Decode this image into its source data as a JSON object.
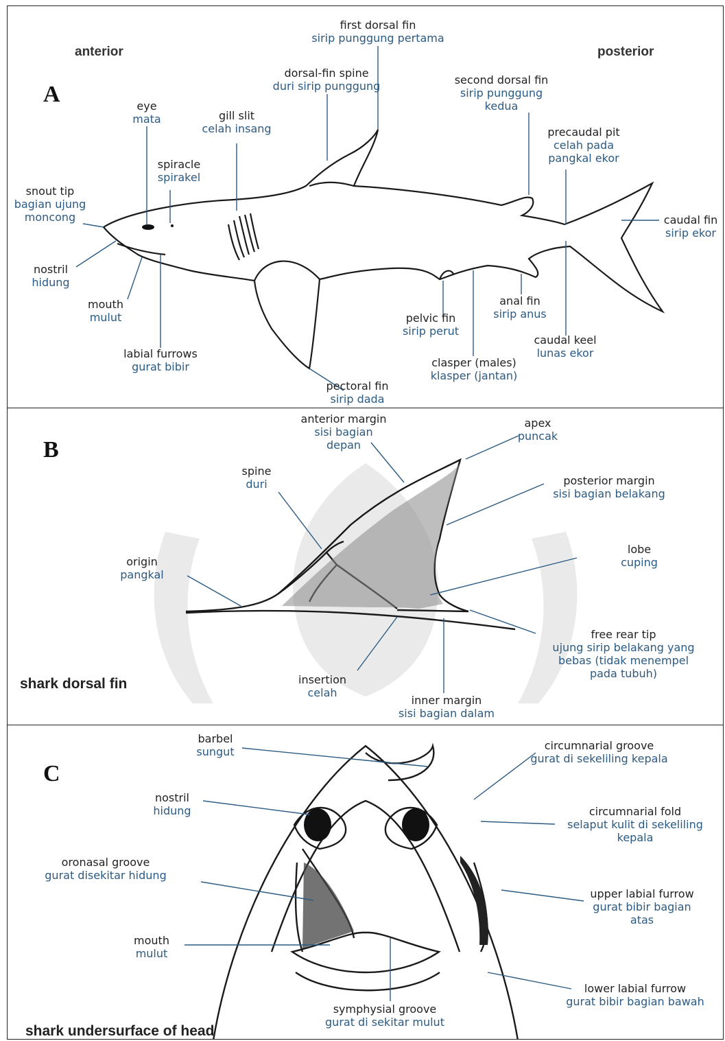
{
  "panels": {
    "a": {
      "letter": "A",
      "direction_left": "anterior",
      "direction_right": "posterior",
      "labels": {
        "first_dorsal_fin": {
          "en": "first dorsal fin",
          "id": "sirip punggung pertama"
        },
        "dorsal_fin_spine": {
          "en": "dorsal-fin spine",
          "id": "duri sirip punggung"
        },
        "second_dorsal_fin": {
          "en": "second dorsal fin",
          "id": "sirip punggung",
          "id2": "kedua"
        },
        "eye": {
          "en": "eye",
          "id": "mata"
        },
        "gill_slit": {
          "en": "gill slit",
          "id": "celah insang"
        },
        "precaudal_pit": {
          "en": "precaudal pit",
          "id": "celah pada",
          "id2": "pangkal ekor"
        },
        "spiracle": {
          "en": "spiracle",
          "id": "spirakel"
        },
        "snout_tip": {
          "en": "snout tip",
          "id": "bagian ujung",
          "id2": "moncong"
        },
        "caudal_fin": {
          "en": "caudal fin",
          "id": "sirip ekor"
        },
        "nostril": {
          "en": "nostril",
          "id": "hidung"
        },
        "mouth": {
          "en": "mouth",
          "id": "mulut"
        },
        "anal_fin": {
          "en": "anal fin",
          "id": "sirip anus"
        },
        "pelvic_fin": {
          "en": "pelvic fin",
          "id": "sirip perut"
        },
        "caudal_keel": {
          "en": "caudal keel",
          "id": "lunas ekor"
        },
        "labial_furrows": {
          "en": "labial furrows",
          "id": "gurat bibir"
        },
        "clasper": {
          "en": "clasper (males)",
          "id": "klasper (jantan)"
        },
        "pectoral_fin": {
          "en": "pectoral fin",
          "id": "sirip dada"
        }
      }
    },
    "b": {
      "letter": "B",
      "caption": "shark dorsal fin",
      "labels": {
        "anterior_margin": {
          "en": "anterior margin",
          "id": "sisi bagian",
          "id2": "depan"
        },
        "apex": {
          "en": "apex",
          "id": "puncak"
        },
        "spine": {
          "en": "spine",
          "id": "duri"
        },
        "posterior_margin": {
          "en": "posterior margin",
          "id": "sisi bagian belakang"
        },
        "lobe": {
          "en": "lobe",
          "id": "cuping"
        },
        "origin": {
          "en": "origin",
          "id": "pangkal"
        },
        "free_rear_tip": {
          "en": "free rear tip",
          "id": "ujung sirip belakang yang",
          "id2": "bebas (tidak menempel",
          "id3": "pada tubuh)"
        },
        "insertion": {
          "en": "insertion",
          "id": "celah"
        },
        "inner_margin": {
          "en": "inner margin",
          "id": "sisi bagian dalam"
        }
      }
    },
    "c": {
      "letter": "C",
      "caption": "shark undersurface of head",
      "labels": {
        "barbel": {
          "en": "barbel",
          "id": "sungut"
        },
        "circumnarial_groove": {
          "en": "circumnarial groove",
          "id": "gurat di sekeliling kepala"
        },
        "nostril": {
          "en": "nostril",
          "id": "hidung"
        },
        "circumnarial_fold": {
          "en": "circumnarial fold",
          "id": "selaput kulit di sekeliling",
          "id2": "kepala"
        },
        "oronasal_groove": {
          "en": "oronasal groove",
          "id": "gurat disekitar hidung"
        },
        "upper_labial_furrow": {
          "en": "upper labial furrow",
          "id": "gurat bibir bagian",
          "id2": "atas"
        },
        "mouth": {
          "en": "mouth",
          "id": "mulut"
        },
        "lower_labial_furrow": {
          "en": "lower labial furrow",
          "id": "gurat bibir bagian bawah"
        },
        "symphysial_groove": {
          "en": "symphysial groove",
          "id": "gurat di sekitar mulut"
        }
      }
    }
  },
  "colors": {
    "english_text": "#222222",
    "indonesian_text": "#2b5a83",
    "leader_lines": "#2b5a83",
    "watermark": "#e6e6e6"
  }
}
